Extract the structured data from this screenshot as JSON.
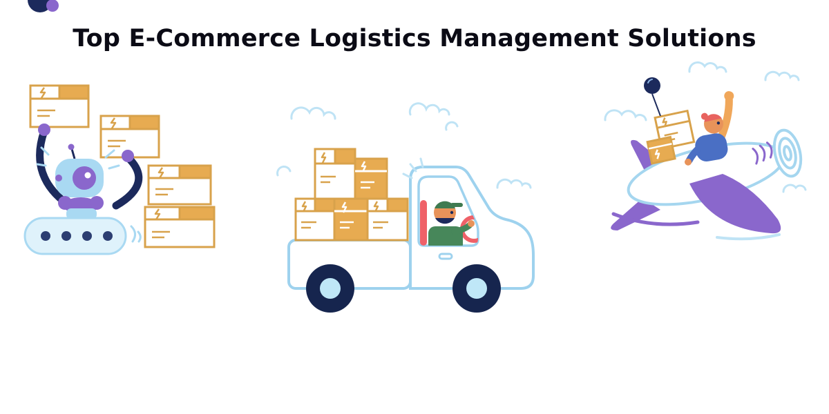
{
  "page": {
    "title": "Top E-Commerce Logistics Management Solutions",
    "background_color": "#ffffff",
    "title_color": "#0b0b15"
  },
  "illustrations": [
    {
      "id": "warehouse-robot",
      "icon": "robot-stacking-boxes-illustration",
      "alt": "Robot on caterpillar tracks lifting two parcels beside a stack of cardboard boxes"
    },
    {
      "id": "delivery-truck",
      "icon": "delivery-truck-illustration",
      "alt": "Driver with green cap at a coral steering wheel in a delivery truck loaded with parcels under outline clouds"
    },
    {
      "id": "air-freight",
      "icon": "airplane-courier-illustration",
      "alt": "Courier waving while flying a purple airplane carrying parcels and a dark balloon"
    }
  ],
  "colors": {
    "accent_purple": "#8a67cc",
    "light_blue": "#a9d9f2",
    "pale_blue": "#bfe3f5",
    "navy": "#1c2a5c",
    "dark_navy": "#16254e",
    "box_outline": "#d8a24b",
    "box_fill": "#e7ab51",
    "green": "#47875a",
    "coral": "#ef6168",
    "skin": "#e8935a",
    "blue_shirt": "#4a6fc4",
    "hair_red": "#e8635f"
  }
}
